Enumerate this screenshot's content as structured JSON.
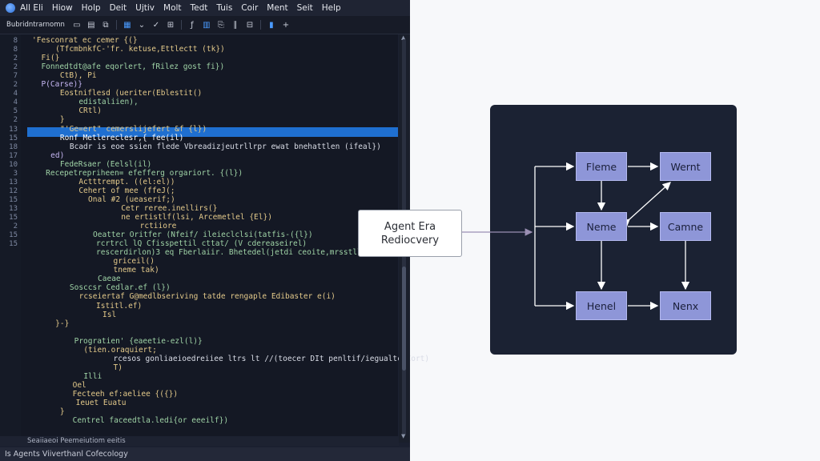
{
  "menubar": {
    "items": [
      "All Eli",
      "Hiow",
      "Holp",
      "Deit",
      "Ujtiv",
      "Molt",
      "Tedt",
      "Tuis",
      "Coir",
      "Ment",
      "Seit",
      "Help"
    ]
  },
  "toolbar": {
    "doc_tab": "Bubridntrarnomn",
    "icons": [
      "folder-icon",
      "save-icon",
      "copy-icon",
      "list-icon",
      "run-icon",
      "debug-icon",
      "grid-icon",
      "build-icon",
      "file-icon",
      "add-icon"
    ]
  },
  "editor": {
    "highlighted_line": 11,
    "lines": [
      {
        "n": "8",
        "text": "'Fesconrat ec cemer {(}"
      },
      {
        "n": "8",
        "text": "   (TfcmbnkfC-'fr. ketuse,Ettlectt (tk})"
      },
      {
        "n": "2",
        "text": "  Fi(}"
      },
      {
        "n": "2",
        "text": "  Fonnedtdt@afe eqorlert, fRilez gost fi})"
      },
      {
        "n": "7",
        "text": "    CtB), Pi"
      },
      {
        "n": "2",
        "text": "  P(Carse)}"
      },
      {
        "n": "4",
        "text": "    Eostniflesd (ueriter(Eblestit()"
      },
      {
        "n": "4",
        "text": "      edistaliien),"
      },
      {
        "n": "5",
        "text": "      CRtl)"
      },
      {
        "n": "2",
        "text": "    }"
      },
      {
        "n": "13",
        "text": "   \"'Ge=ert\" cemerslijefert &f {l})"
      },
      {
        "n": "15",
        "text": "    Ronf Metlereclesr,{ fee(il)"
      },
      {
        "n": "18",
        "text": "    Bcadr is eoe ssien flede Vbreadizjeutrllrpr ewat bnehattlen (ifeal})"
      },
      {
        "n": "17",
        "text": "   ed)"
      },
      {
        "n": "10",
        "text": "    FedeRsaer (Eelsl(il)"
      },
      {
        "n": "3",
        "text": "   Recepetrepriheen= efefferg orgariort. {(l})"
      },
      {
        "n": "13",
        "text": "      Actttrempt. ((el:el))"
      },
      {
        "n": "12",
        "text": "      Cehert of mee (ffeJ(;"
      },
      {
        "n": "15",
        "text": "       Onal #2 (ueaserif;)"
      },
      {
        "n": "13",
        "text": "          Cetr reree.inellirs(}"
      },
      {
        "n": "15",
        "text": "          ne ertistlf(lsi, Arcemetlel {El})"
      },
      {
        "n": "2",
        "text": "            rctiiore"
      },
      {
        "n": "15",
        "text": "       Oeatter Oritfer (Nfeif/ ileieclclsi(tatfis-({l})"
      },
      {
        "n": "15",
        "text": "       rcrtrcl lQ Cfisspettil cttat/ (V cdereaseirel)"
      },
      {
        "n": "",
        "text": "       rescerdirlon)3 eq Fberlaiir. Bhetedel(jetdi ceoite,mrsstllil)"
      },
      {
        "n": "",
        "text": "         griceil()"
      },
      {
        "n": "",
        "text": "         tneme tak)"
      },
      {
        "n": "",
        "text": "       Caeae"
      },
      {
        "n": "",
        "text": "    Sosccsr Cedlar.ef (l})"
      },
      {
        "n": "",
        "text": "     rcseiertaf G@medlbseriving tatde rengaple Edibaster e(i)"
      },
      {
        "n": "",
        "text": "       Istitl.ef)"
      },
      {
        "n": "",
        "text": "       Isl"
      },
      {
        "n": "",
        "text": "   }-}"
      },
      {
        "n": "",
        "text": ""
      },
      {
        "n": "",
        "text": "     Progratien' {eaeetie-ezl(l)}"
      },
      {
        "n": "",
        "text": "      (tien.oraquiert;"
      },
      {
        "n": "",
        "text": "         rcesos gonliaeioedreiiee ltrs lt //(toecer DIt penltif/iegualtc Cort)"
      },
      {
        "n": "",
        "text": "         T)"
      },
      {
        "n": "",
        "text": "      Illi"
      },
      {
        "n": "",
        "text": "     Oel"
      },
      {
        "n": "",
        "text": "     Fecteeh ef:aeliee {({})"
      },
      {
        "n": "",
        "text": "     Ieuet Euatu"
      },
      {
        "n": "",
        "text": "    }"
      },
      {
        "n": "",
        "text": "     Centrel faceedtla.ledi{or eeeilf})"
      }
    ]
  },
  "status": {
    "line1": "Seaiiaeoi Peemeiutiom eeitis",
    "line2": "Is Agents Viiverthanl Cofecology"
  },
  "callout": {
    "line1": "Agent Era",
    "line2": "Rediocvery"
  },
  "diagram": {
    "nodes": {
      "top_left": "Fleme",
      "top_right": "Wernt",
      "mid_left": "Neme",
      "mid_right": "Camne",
      "bot_left": "Henel",
      "bot_right": "Nenx"
    }
  }
}
